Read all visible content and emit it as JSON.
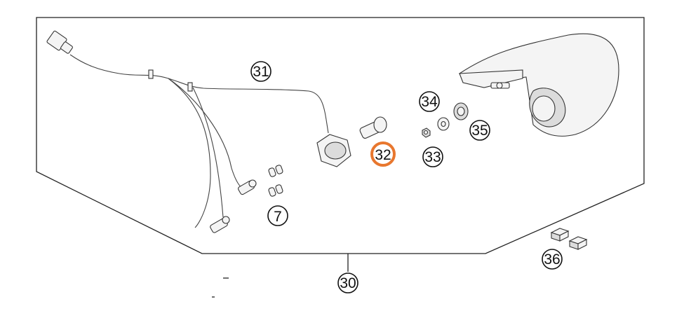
{
  "labels": {
    "p30": "30",
    "p31": "31",
    "p32": "32",
    "p33": "33",
    "p34": "34",
    "p35": "35",
    "p36": "36",
    "p7": "7"
  },
  "highlight_color": "#e8772e"
}
